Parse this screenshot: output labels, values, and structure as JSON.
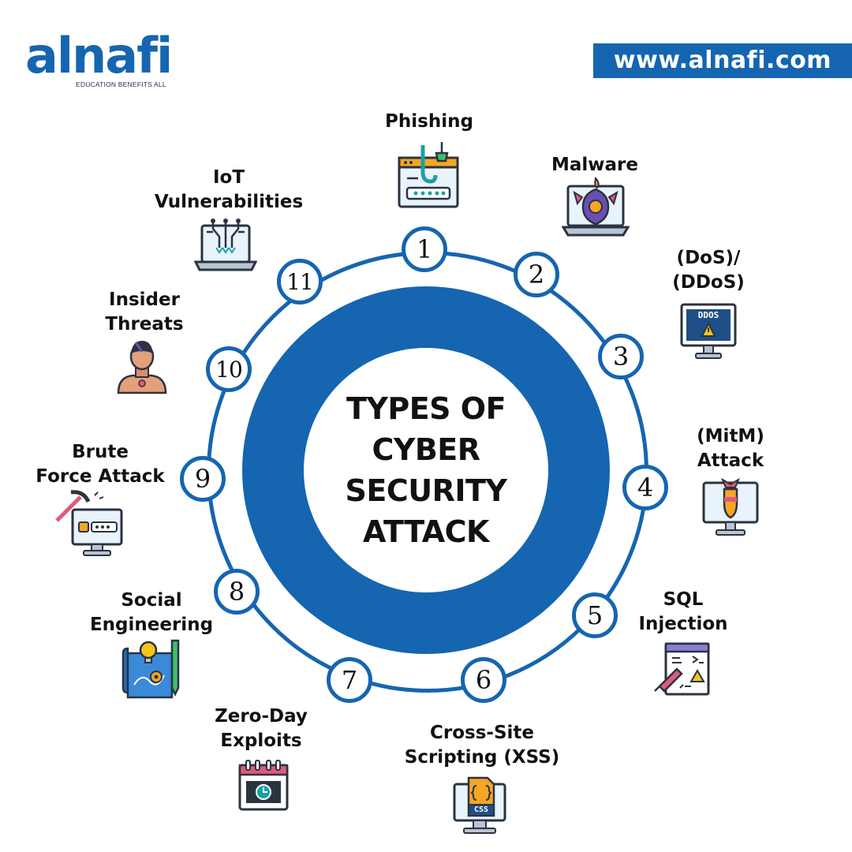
{
  "brand": {
    "logo_text": "alnafi",
    "tagline": "EDUCATION BENEFITS ALL",
    "website": "www.alnafi.com",
    "primary_color": "#1565b0"
  },
  "center_title": "TYPES OF\nCYBER\nSECURITY\nATTACK",
  "attacks": [
    {
      "number": "1",
      "label": "Phishing",
      "icon": "phishing-icon"
    },
    {
      "number": "2",
      "label": "Malware",
      "icon": "malware-icon"
    },
    {
      "number": "3",
      "label": "(DoS)/\n(DDoS)",
      "icon": "ddos-monitor-icon",
      "icon_text": "DDOS"
    },
    {
      "number": "4",
      "label": "(MitM)\nAttack",
      "icon": "mitm-monitor-icon"
    },
    {
      "number": "5",
      "label": "SQL\nInjection",
      "icon": "sql-injection-icon"
    },
    {
      "number": "6",
      "label": "Cross-Site\nScripting (XSS)",
      "icon": "xss-css-icon",
      "icon_text": "CSS"
    },
    {
      "number": "7",
      "label": "Zero-Day\nExploits",
      "icon": "zero-day-calendar-icon"
    },
    {
      "number": "8",
      "label": "Social\nEngineering",
      "icon": "social-engineering-icon"
    },
    {
      "number": "9",
      "label": "Brute\nForce Attack",
      "icon": "brute-force-icon"
    },
    {
      "number": "10",
      "label": "Insider\nThreats",
      "icon": "insider-threat-icon"
    },
    {
      "number": "11",
      "label": "IoT\nVulnerabilities",
      "icon": "iot-icon"
    }
  ]
}
